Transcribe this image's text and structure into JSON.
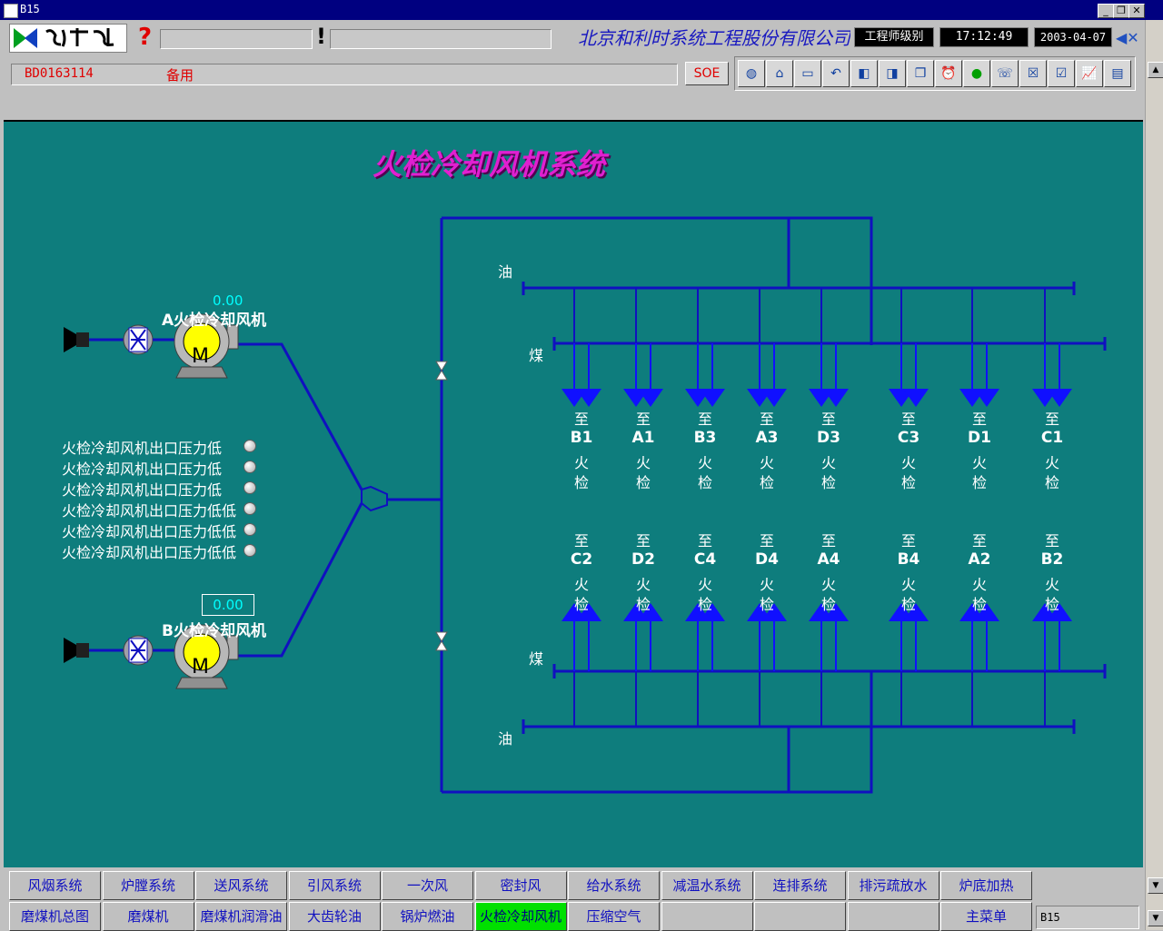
{
  "window": {
    "title": "B15"
  },
  "toolbar": {
    "help_glyph": "?",
    "warn_glyph": "!",
    "company": "北京和利时系统工程股份有限公司",
    "user_level": "工程师级别",
    "time": "17:12:49",
    "date": "2003-04-07",
    "tag_id": "BD0163114",
    "tag_desc": "备用",
    "soe_label": "SOE"
  },
  "diagram": {
    "title": "火检冷却风机系统",
    "fan_a": {
      "label": "A火检冷却风机",
      "value": "0.00"
    },
    "fan_b": {
      "label": "B火检冷却风机",
      "value": "0.00"
    },
    "motor_letter": "M",
    "oil_label": "油",
    "coal_label": "煤",
    "alarms": [
      "火检冷却风机出口压力低",
      "火检冷却风机出口压力低",
      "火检冷却风机出口压力低",
      "火检冷却风机出口压力低低",
      "火检冷却风机出口压力低低",
      "火检冷却风机出口压力低低"
    ],
    "to_char": "至",
    "fire_char": "火",
    "check_char": "检",
    "top_targets": [
      "B1",
      "A1",
      "B3",
      "A3",
      "D3",
      "C3",
      "D1",
      "C1"
    ],
    "bottom_targets": [
      "C2",
      "D2",
      "C4",
      "D4",
      "A4",
      "B4",
      "A2",
      "B2"
    ]
  },
  "menu": {
    "row1": [
      "风烟系统",
      "炉膛系统",
      "送风系统",
      "引风系统",
      "一次风",
      "密封风",
      "给水系统",
      "减温水系统",
      "连排系统",
      "排污疏放水",
      "炉底加热"
    ],
    "row2": [
      "磨煤机总图",
      "磨煤机",
      "磨煤机润滑油",
      "大齿轮油",
      "锅炉燃油",
      "火检冷却风机",
      "压缩空气",
      "",
      "",
      "",
      "主菜单"
    ],
    "active": "火检冷却风机",
    "status_tag": "B15"
  },
  "colors": {
    "canvas": "#0e7d7d",
    "pipe": "#1010c0",
    "title": "#e020d0",
    "value": "#00ffff",
    "active_menu": "#00e000"
  }
}
